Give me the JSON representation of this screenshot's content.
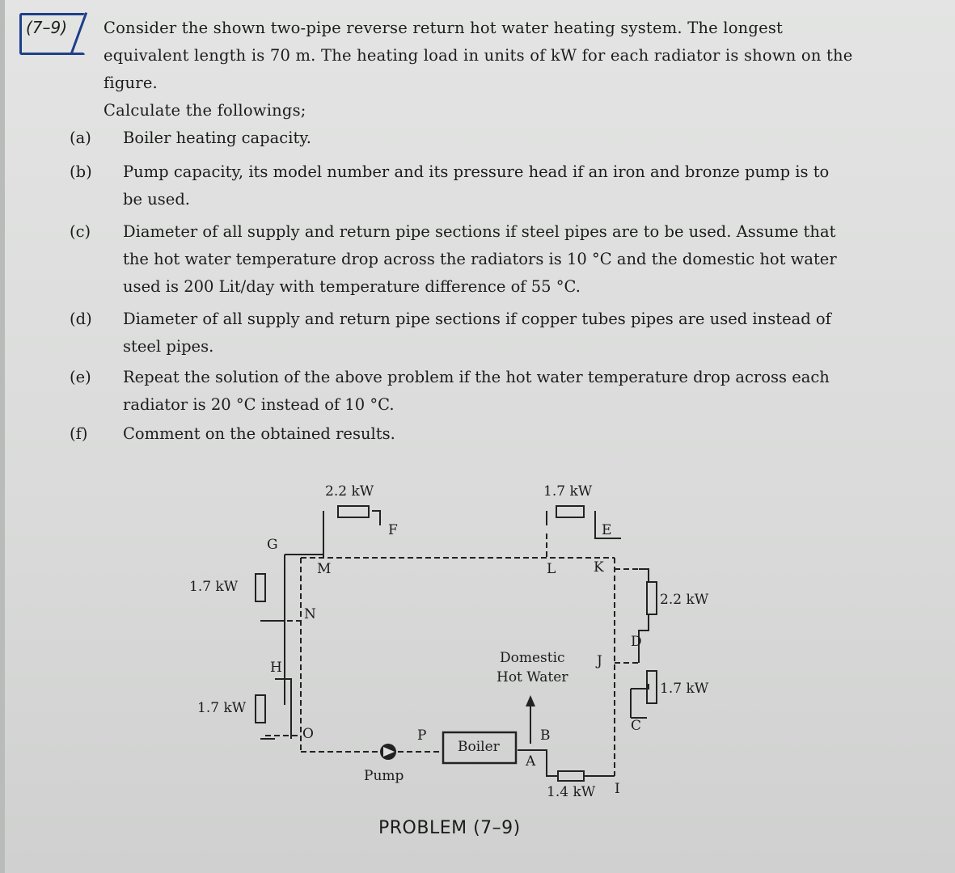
{
  "problem": {
    "number": "(7–9)",
    "intro_lines": [
      "Consider the shown two-pipe reverse return hot water heating system. The longest",
      "equivalent length is 70 m. The heating load in units of kW for each radiator is shown on the",
      "figure.",
      "Calculate the followings;"
    ]
  },
  "items": [
    {
      "label": "(a)",
      "lines": [
        "Boiler heating capacity."
      ]
    },
    {
      "label": "(b)",
      "lines": [
        "Pump capacity, its model number and its pressure head if an iron and bronze pump is to",
        "be used."
      ]
    },
    {
      "label": "(c)",
      "lines": [
        "Diameter of all supply and return pipe sections if steel pipes are to be used. Assume that",
        "the hot water temperature drop across the radiators is 10 °C and the domestic hot water",
        "used is 200 Lit/day with temperature difference of 55 °C."
      ]
    },
    {
      "label": "(d)",
      "lines": [
        "Diameter of all supply and return pipe sections if copper tubes pipes are used instead of",
        "steel pipes."
      ]
    },
    {
      "label": "(e)",
      "lines": [
        "Repeat the solution of the above problem if the hot water temperature drop across each",
        "radiator is 20 °C instead of 10 °C."
      ]
    },
    {
      "label": "(f)",
      "lines": [
        "Comment on the obtained results."
      ]
    }
  ],
  "diagram": {
    "radiator_loads": {
      "top_left": "2.2 kW",
      "top_right": "1.7 kW",
      "left_upper": "1.7 kW",
      "left_lower": "1.7 kW",
      "right_upper": "2.2 kW",
      "right_lower": "1.7 kW",
      "bottom": "1.4 kW"
    },
    "nodes": [
      "A",
      "B",
      "C",
      "D",
      "E",
      "F",
      "G",
      "H",
      "I",
      "J",
      "K",
      "L",
      "M",
      "N",
      "O",
      "P"
    ],
    "domestic_hot_water": [
      "Domestic",
      "Hot Water"
    ],
    "boiler_label": "Boiler",
    "pump_label": "Pump"
  },
  "caption": "PROBLEM (7–9)"
}
